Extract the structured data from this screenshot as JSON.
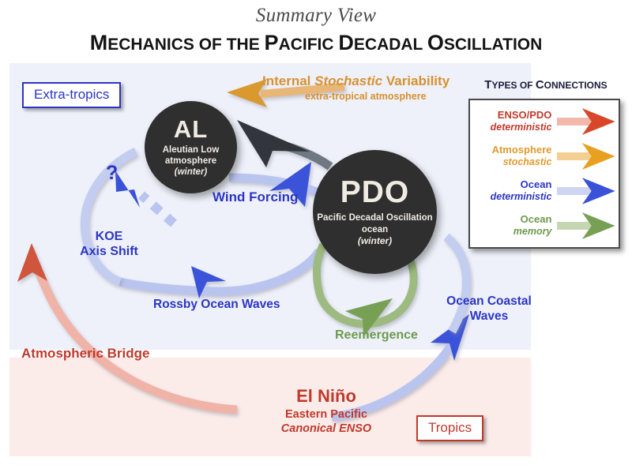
{
  "title": {
    "overline": "Summary View",
    "main_parts": [
      "M",
      "ECHANICS OF THE ",
      "P",
      "ACIFIC ",
      "D",
      "ECADAL ",
      "O",
      "SCILLATION"
    ],
    "main_full": "MECHANICS OF THE PACIFIC DECADAL OSCILLATION"
  },
  "regions": {
    "extratropics_badge": "Extra-tropics",
    "tropics_badge": "Tropics"
  },
  "nodes": {
    "al": {
      "abbr": "AL",
      "line1": "Aleutian Low",
      "line2": "atmosphere",
      "line3": "(winter)"
    },
    "pdo": {
      "abbr": "PDO",
      "line1": "Pacific Decadal Oscillation",
      "line2": "ocean",
      "line3": "(winter)"
    }
  },
  "flows": {
    "internal_variability": {
      "part1": "Internal ",
      "italic": "Stochastic",
      "part2": " Variability",
      "sub": "extra-tropical atmosphere"
    },
    "wind_forcing": "Wind Forcing",
    "koe_line1": "KOE",
    "koe_line2": "Axis Shift",
    "koe_question": "?",
    "rossby": "Rossby Ocean Waves",
    "reemergence": "Reemergence",
    "ocean_coastal_line1": "Ocean Coastal",
    "ocean_coastal_line2": "Waves",
    "atmospheric_bridge": "Atmospheric Bridge",
    "el_nino": "El Niño",
    "el_nino_sub1": "Eastern Pacific",
    "el_nino_sub2": "Canonical ENSO"
  },
  "legend": {
    "title": "TYPES OF CONNECTIONS",
    "title_parts": [
      "T",
      "YPES OF ",
      "C",
      "ONNECTIONS"
    ],
    "items": [
      {
        "line1": "ENSO/PDO",
        "line2": "deterministic",
        "color": "#d8472a",
        "tail_color": "#f2b8ab"
      },
      {
        "line1": "Atmosphere",
        "line2": "stochastic",
        "color": "#e8a020",
        "tail_color": "#f5cf92"
      },
      {
        "line1": "Ocean",
        "line2": "deterministic",
        "color": "#3a52d8",
        "tail_color": "#b9c4ef"
      },
      {
        "line1": "Ocean",
        "line2": "memory",
        "color": "#77a055",
        "tail_color": "#b9cfa0"
      }
    ]
  },
  "palette": {
    "panel_extratropics": "#eef1fa",
    "panel_tropics": "#fbecea",
    "node_fill": "#2f2f2f",
    "blue": "#2b35c4",
    "red": "#c0392b",
    "orange": "#d79030",
    "green": "#6d9a4e",
    "gray_arrow": "#4c5560"
  }
}
